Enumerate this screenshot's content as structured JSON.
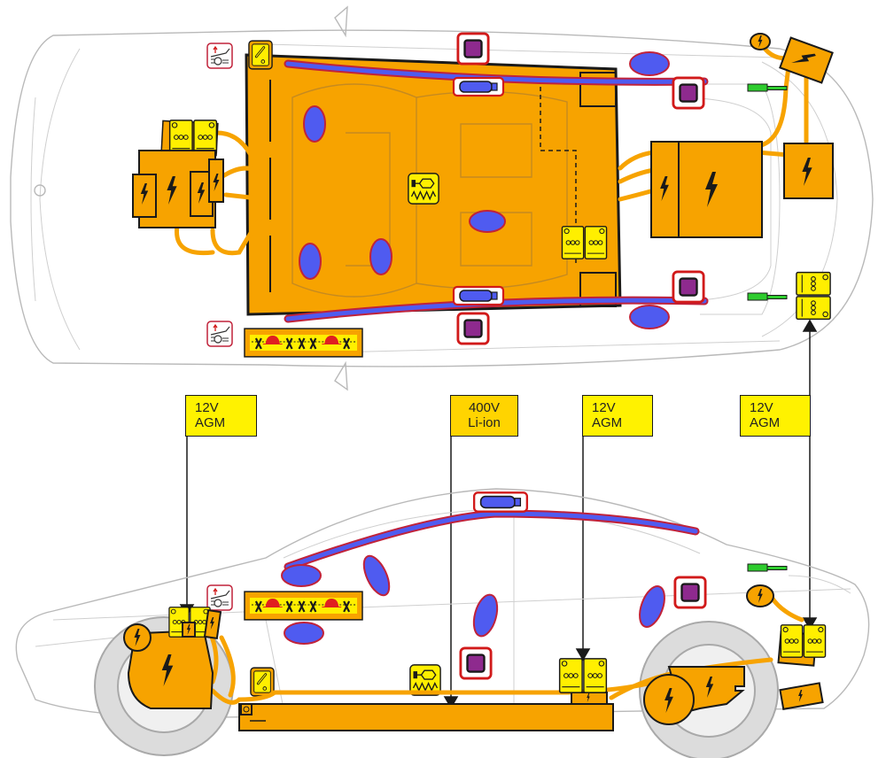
{
  "diagram": {
    "title": "Electric vehicle rescue sheet – top and side view",
    "views": [
      "top-view",
      "side-view"
    ],
    "colors": {
      "high_voltage": "#f7a300",
      "battery_12v": "#ffef00",
      "airbag": "#4f5bf0",
      "airbag_border": "#c0223a",
      "sensor_frame": "#d11a1a",
      "sensor_core": "#8e2a8e",
      "gas_strut": "#2ecc2e",
      "label_12v": "#fff200",
      "label_400v": "#ffd400"
    },
    "callouts": [
      {
        "id": "front-12v",
        "line1": "12V",
        "line2": "AGM"
      },
      {
        "id": "hv-battery",
        "line1": "400V",
        "line2": "Li-ion"
      },
      {
        "id": "mid-12v",
        "line1": "12V",
        "line2": "AGM"
      },
      {
        "id": "rear-12v",
        "line1": "12V",
        "line2": "AGM"
      }
    ],
    "symbols": {
      "high_voltage": "⚡",
      "battery_terminals": "ooo",
      "cut_zone": "cut-line with firefighter helmets",
      "pretensioner": "seatbelt pretensioner",
      "hood_lifter": "active hood lifter",
      "fuse": "fuse"
    },
    "components": {
      "top_view": [
        "front-hv-unit",
        "front-12v-battery",
        "hv-battery-pack",
        "rear-hv-drive-unit",
        "rear-hv-module",
        "charging-socket",
        "roof-curtain-airbags",
        "side-airbags",
        "seat-sensors",
        "gas-struts",
        "rear-12v-batteries",
        "pretensioner",
        "cut-zone-label",
        "hood-lifters",
        "fuse-box"
      ],
      "side_view": [
        "front-hv-unit",
        "front-12v-battery",
        "hv-battery-pack",
        "rear-motor",
        "mid-12v-battery",
        "rear-12v-battery",
        "charging-socket",
        "curtain-airbag",
        "side-airbags",
        "sensors",
        "gas-strut",
        "pretensioner",
        "cut-zone-label",
        "hood-lifter",
        "fuse-box"
      ]
    }
  }
}
